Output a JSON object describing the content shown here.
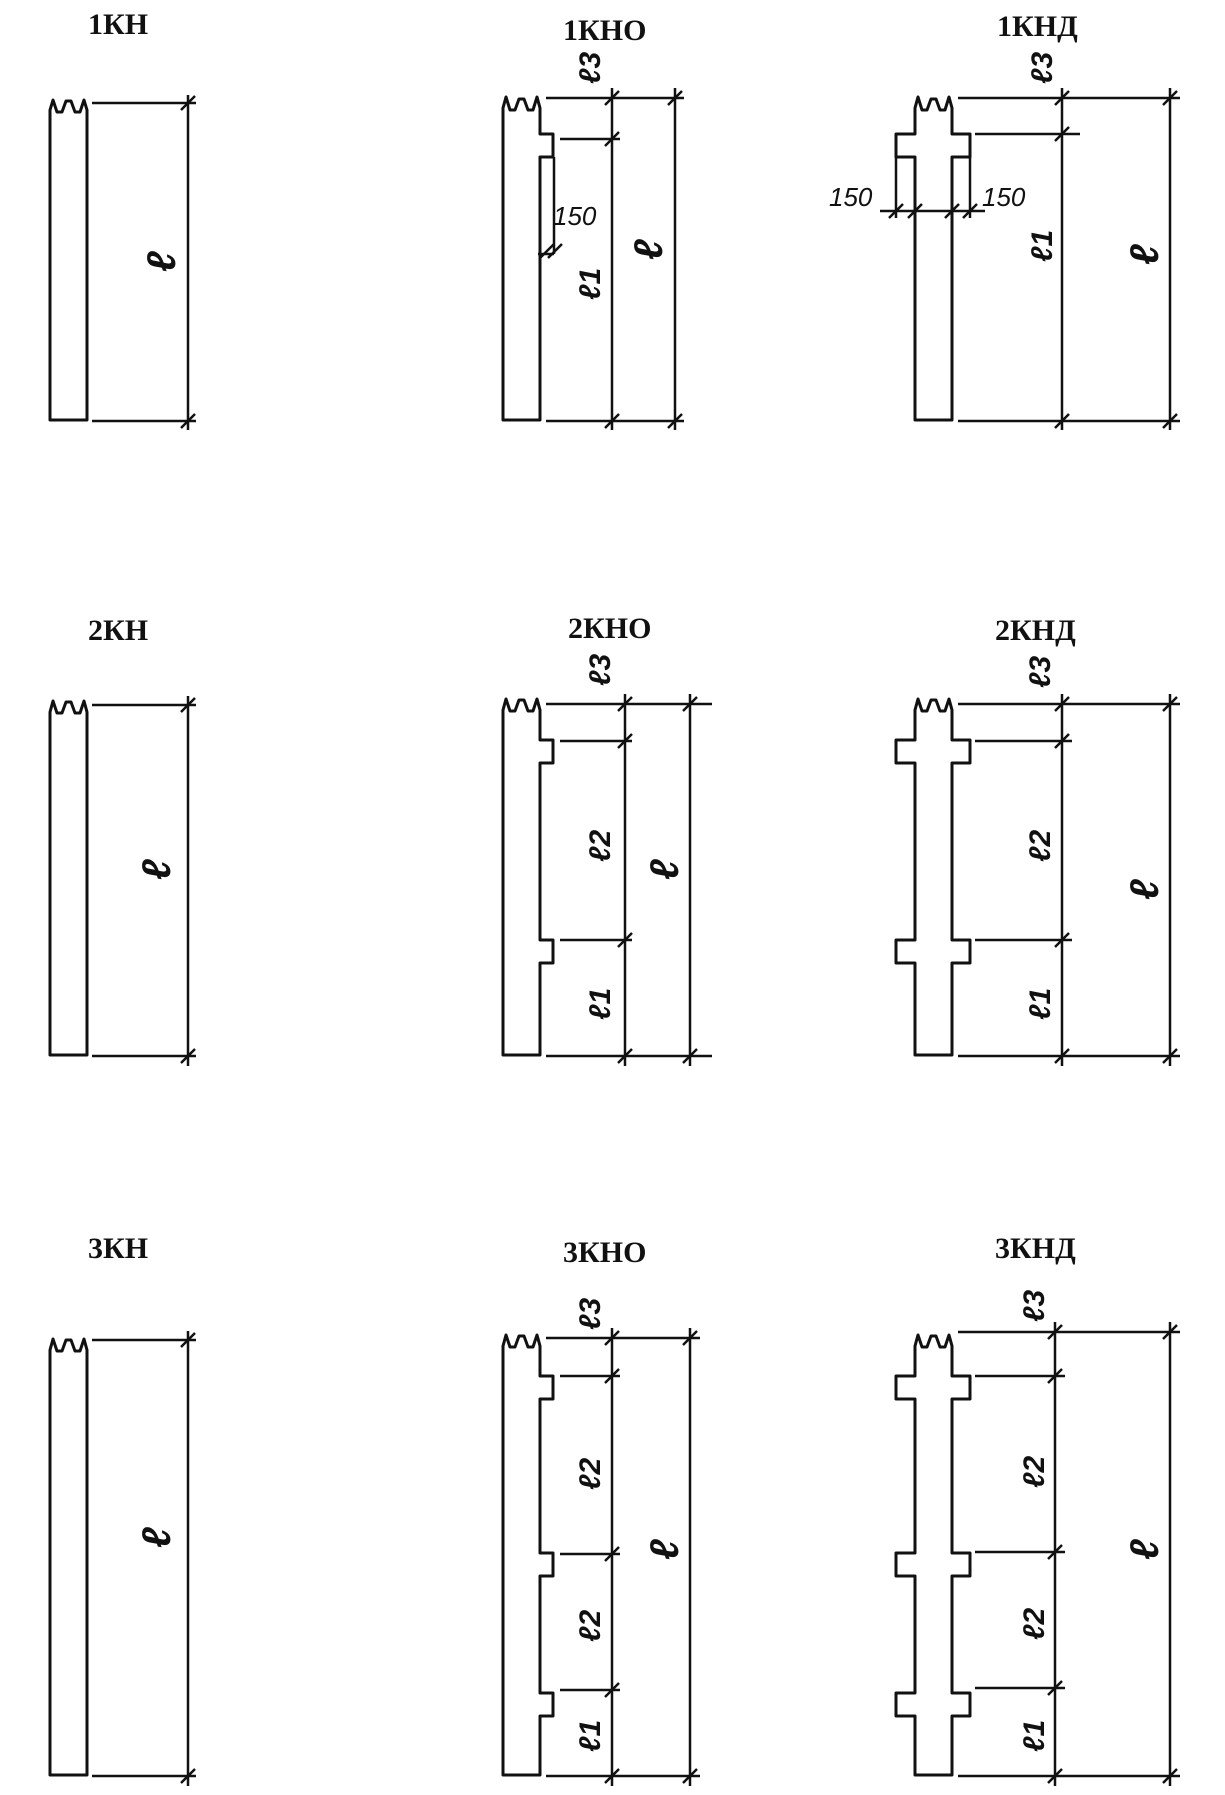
{
  "sheet": {
    "titles": {
      "r1c1": "1КН",
      "r1c2": "1КНО",
      "r1c3": "1КНД",
      "r2c1": "2КН",
      "r2c2": "2КНО",
      "r2c3": "2КНД",
      "r3c1": "3КН",
      "r3c2": "3КНО",
      "r3c3": "3КНД"
    },
    "dims": {
      "l": "ℓ",
      "l1": "ℓ1",
      "l2": "ℓ2",
      "l3": "ℓ3",
      "offset_150": "150"
    }
  }
}
